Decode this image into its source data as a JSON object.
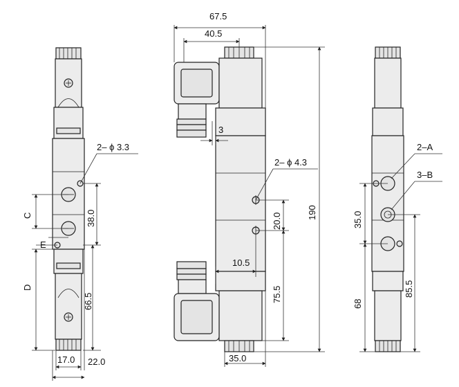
{
  "left_view": {
    "hole_label": "2– ϕ 3.3",
    "label_c": "C",
    "label_e": "E",
    "label_d": "D",
    "dim_38": "38.0",
    "dim_66_5": "66.5",
    "dim_17": "17.0",
    "dim_22": "22.0"
  },
  "center_view": {
    "dim_67_5": "67.5",
    "dim_40_5": "40.5",
    "dim_3": "3",
    "hole_label": "2– ϕ 4.3",
    "dim_190": "190",
    "dim_20": "20.0",
    "dim_10_5": "10.5",
    "dim_75_5": "75.5",
    "dim_35": "35.0"
  },
  "right_view": {
    "port_a": "2–A",
    "port_b": "3–B",
    "dim_35": "35.0",
    "dim_68": "68",
    "dim_85_5": "85.5"
  }
}
